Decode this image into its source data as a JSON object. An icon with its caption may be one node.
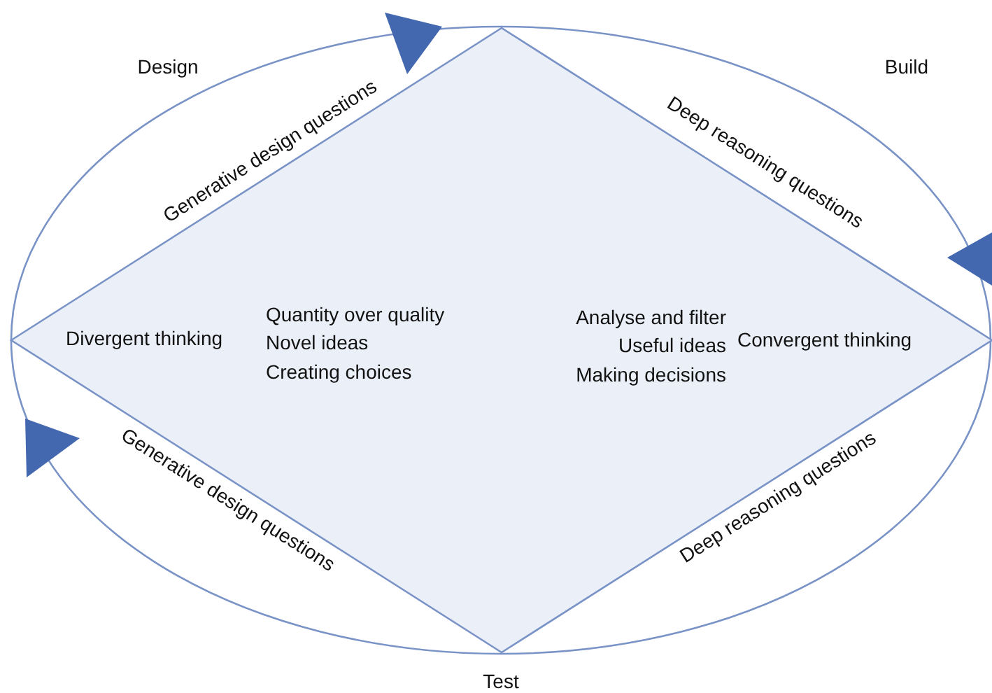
{
  "diagram": {
    "nodes": [
      {
        "text": [
          "Divergent thinking",
          "Quantity over quality",
          "Novel ideas",
          "Creating choices",
          "Analyse and filter",
          "Useful ideas",
          "Making decisions",
          "Convergent thinking"
        ]
      }
    ],
    "labels": [
      "Design",
      "Build",
      "Generative design questions",
      "Deep reasoning questions",
      "Generative design questions",
      "Deep reasoning questions",
      "Test"
    ]
  }
}
